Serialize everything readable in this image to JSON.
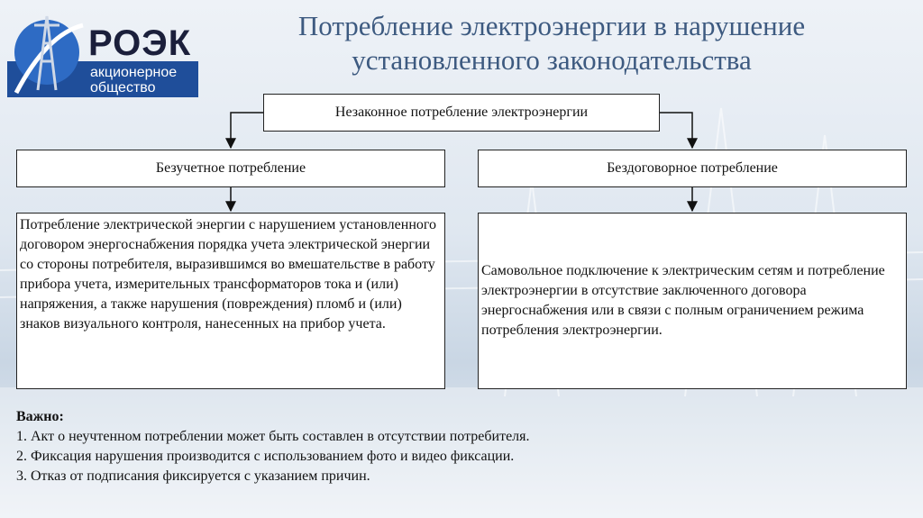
{
  "logo": {
    "name": "РОЭК",
    "subtitle_line1": "акционерное",
    "subtitle_line2": "общество"
  },
  "title": {
    "line1": "Потребление электроэнергии в нарушение",
    "line2": "установленного законодательства"
  },
  "diagram": {
    "root": "Незаконное потребление электроэнергии",
    "left_branch": "Безучетное потребление",
    "right_branch": "Бездоговорное потребление",
    "left_description": "Потребление электрической энергии с нарушением установленного договором энергоснабжения порядка учета электрической энергии со стороны потребителя, выразившимся во вмешательстве в работу прибора учета, измерительных трансформаторов тока и (или) напряжения, а также нарушения (повреждения) пломб и (или) знаков визуального контроля, нанесенных на прибор учета.",
    "right_description": "Самовольное подключение к электрическим сетям и потребление электроэнергии в отсутствие заключенного договора энергоснабжения или в связи с полным ограничением режима потребления электроэнергии."
  },
  "notes": {
    "heading": "Важно:",
    "items": [
      "1. Акт о неучтенном потреблении может быть составлен  в отсутствии потребителя.",
      "2. Фиксация нарушения производится с использованием фото и видео фиксации.",
      "3. Отказ от подписания фиксируется с указанием причин."
    ]
  },
  "colors": {
    "title": "#3d5a80",
    "logo_blue": "#1f4e9a",
    "logo_dark": "#1b1f3b"
  }
}
